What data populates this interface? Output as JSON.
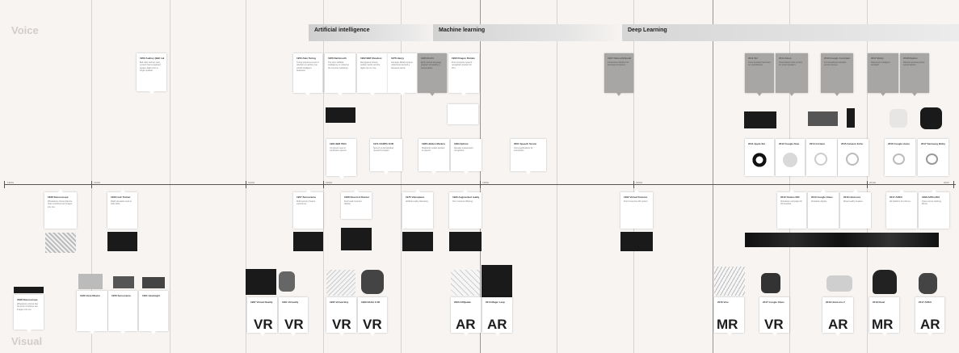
{
  "lanes": {
    "voice": "Voice",
    "visual": "Visual"
  },
  "eras": [
    {
      "label": "Artificial intelligence"
    },
    {
      "label": "Machine learning"
    },
    {
      "label": "Deep Learning"
    }
  ],
  "axis": {
    "ticks": [
      "1900s",
      "1920s",
      "1940s",
      "1960s",
      "1980s",
      "2000s",
      "2010s",
      "2020"
    ]
  },
  "voice_cards": [
    {
      "title": "1952 Audrey (Bell Labs)",
      "desc": "Bell Labs built an early system that recognised spoken digits from a single speaker."
    },
    {
      "title": "1950 Alan Turing",
      "desc": "Turing proposes a test of whether a machine can exhibit intelligent behaviour."
    },
    {
      "title": "1956 Dartmouth",
      "desc": "The term artificial intelligence is coined at the summer workshop."
    },
    {
      "title": "1962 IBM Shoebox",
      "desc": "Recognised sixteen spoken words and the digits zero to nine."
    },
    {
      "title": "1966 ELIZA",
      "desc": "Early natural language program simulating a conversation."
    },
    {
      "title": "1976 Harpy",
      "desc": "Carnegie Mellon system understood around a thousand words."
    },
    {
      "title": "1990 Dragon Dictate",
      "desc": "First consumer speech recognition product for PCs."
    },
    {
      "title": "1997 NaturallySpeaking",
      "desc": "Continuous dictation for personal computers."
    },
    {
      "title": "2011 Siri",
      "desc": "Voice assistant launched on smartphones."
    },
    {
      "title": "2014 Alexa",
      "desc": "Cloud based voice service for smart speakers."
    },
    {
      "title": "2016 Google Assistant",
      "desc": "Conversational assistant across devices."
    },
    {
      "title": "2017 Bixby",
      "desc": "Samsung's intelligent assistant."
    },
    {
      "title": "2018 Duplex",
      "desc": "Natural sounding phone conversations."
    }
  ],
  "mid_cards": [
    {
      "title": "1961 IBM 7094",
      "desc": "Computer used to synthesise speech."
    },
    {
      "title": "1971 DARPA SUR",
      "desc": "Speech understanding research program."
    },
    {
      "title": "1986 Hidden Markov",
      "desc": "Statistical models applied to speech."
    },
    {
      "title": "1993 Sphinx",
      "desc": "Speaker independent recognition."
    },
    {
      "title": "2001 Speech Server",
      "desc": "Voice applications for enterprises."
    },
    {
      "title": "2011 Apple Siri",
      "desc": ""
    },
    {
      "title": "2012 Google Now",
      "desc": ""
    },
    {
      "title": "2014 Cortana",
      "desc": ""
    },
    {
      "title": "2015 Amazon Echo",
      "desc": ""
    },
    {
      "title": "2016 Google Home",
      "desc": ""
    },
    {
      "title": "2017 Samsung Bixby",
      "desc": ""
    }
  ],
  "visual_cards": [
    {
      "title": "1838 Stereoscope",
      "desc": "Wheatstone shows that the brain combines two images into one."
    },
    {
      "title": "1929 Link Trainer",
      "desc": "Flight simulator used to train pilots."
    },
    {
      "title": "1957 Sensorama",
      "desc": "Multi sensory theatre experience."
    },
    {
      "title": "1968 Sword of Damocles",
      "desc": "First head mounted display."
    },
    {
      "title": "1975 Videoplace",
      "desc": "Artificial reality laboratory."
    },
    {
      "title": "1990 Augmented reality",
      "desc": "Term coined at Boeing."
    },
    {
      "title": "1992 Virtual Fixtures",
      "desc": "First immersive AR system."
    },
    {
      "title": "1999 ARToolKit",
      "desc": "Open source tracking library."
    },
    {
      "title": "2012 Oculus Rift",
      "desc": "Kickstarter campaign for VR headset."
    },
    {
      "title": "2013 Google Glass",
      "desc": "Wearable display."
    },
    {
      "title": "2016 HoloLens",
      "desc": "Mixed reality headset."
    },
    {
      "title": "2017 ARKit",
      "desc": "AR platform for phones."
    }
  ],
  "bottom_cards": [
    {
      "title": "1838 Stereoscope",
      "desc": ""
    },
    {
      "title": "1939 View-Master",
      "desc": ""
    },
    {
      "title": "1956 Sensorama",
      "desc": ""
    },
    {
      "title": "1961 Headsight",
      "desc": ""
    },
    {
      "title": "1987 Virtual Reality",
      "desc": ""
    },
    {
      "title": "1991 Virtuality",
      "desc": ""
    },
    {
      "title": "1995 Virtual Boy",
      "desc": ""
    },
    {
      "title": "1999 NASA X-38",
      "desc": ""
    },
    {
      "title": "2000 ARQuake",
      "desc": ""
    },
    {
      "title": "2014 Magic Leap",
      "desc": ""
    },
    {
      "title": "2016 Vive",
      "desc": ""
    },
    {
      "title": "2017 Google Glass",
      "desc": ""
    },
    {
      "title": "2019 HoloLens 2",
      "desc": ""
    },
    {
      "title": "2019 Nreal",
      "desc": ""
    }
  ],
  "types": [
    "VR",
    "VR",
    "VR",
    "VR",
    "AR",
    "AR",
    "MR",
    "VR",
    "AR",
    "MR",
    "AR"
  ]
}
